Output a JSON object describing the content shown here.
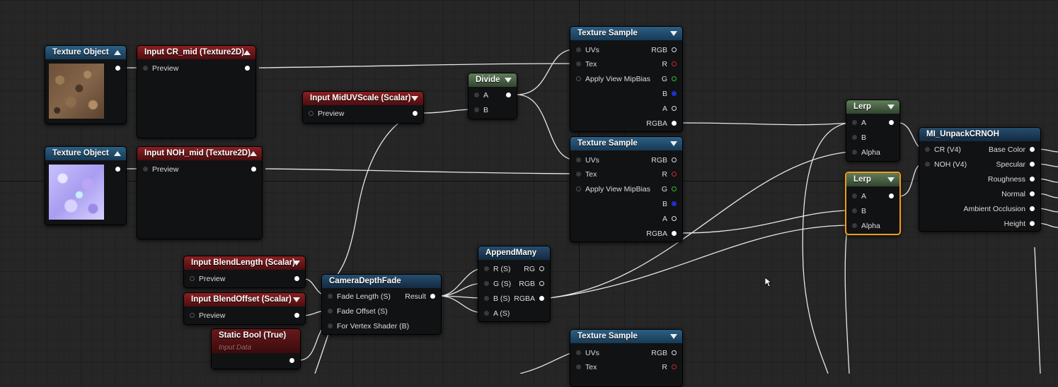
{
  "nodes": {
    "tex_obj_1": {
      "title": "Texture Object"
    },
    "input_cr_mid": {
      "title": "Input CR_mid (Texture2D)",
      "preview": "Preview"
    },
    "tex_obj_2": {
      "title": "Texture Object"
    },
    "input_noh_mid": {
      "title": "Input NOH_mid (Texture2D)",
      "preview": "Preview"
    },
    "input_miduvscale": {
      "title": "Input MidUVScale (Scalar)",
      "preview": "Preview"
    },
    "divide": {
      "title": "Divide",
      "a": "A",
      "b": "B"
    },
    "tex_sample_1": {
      "title": "Texture Sample",
      "uvs": "UVs",
      "tex": "Tex",
      "bias": "Apply View MipBias",
      "rgb": "RGB",
      "r": "R",
      "g": "G",
      "b": "B",
      "a": "A",
      "rgba": "RGBA"
    },
    "tex_sample_2": {
      "title": "Texture Sample",
      "uvs": "UVs",
      "tex": "Tex",
      "bias": "Apply View MipBias",
      "rgb": "RGB",
      "r": "R",
      "g": "G",
      "b": "B",
      "a": "A",
      "rgba": "RGBA"
    },
    "tex_sample_3": {
      "title": "Texture Sample",
      "uvs": "UVs",
      "tex": "Tex",
      "rgb": "RGB",
      "r": "R"
    },
    "lerp_1": {
      "title": "Lerp",
      "a": "A",
      "b": "B",
      "alpha": "Alpha"
    },
    "lerp_2": {
      "title": "Lerp",
      "a": "A",
      "b": "B",
      "alpha": "Alpha"
    },
    "unpack": {
      "title": "MI_UnpackCRNOH",
      "cr": "CR (V4)",
      "noh": "NOH (V4)",
      "base_color": "Base Color",
      "specular": "Specular",
      "roughness": "Roughness",
      "normal": "Normal",
      "ao": "Ambient Occlusion",
      "height": "Height"
    },
    "input_blendlength": {
      "title": "Input BlendLength (Scalar)",
      "preview": "Preview"
    },
    "input_blendoffset": {
      "title": "Input BlendOffset (Scalar)",
      "preview": "Preview"
    },
    "static_bool": {
      "title": "Static Bool (True)",
      "subtitle": "Input Data"
    },
    "camera_depth_fade": {
      "title": "CameraDepthFade",
      "fade_length": "Fade Length (S)",
      "fade_offset": "Fade Offset (S)",
      "vertex": "For Vertex Shader (B)",
      "result": "Result"
    },
    "append_many": {
      "title": "AppendMany",
      "r": "R (S)",
      "g": "G (S)",
      "b": "B (S)",
      "a": "A (S)",
      "rg": "RG",
      "rgb": "RGB",
      "rgba": "RGBA"
    }
  },
  "colors": {
    "selection": "#f19b1a",
    "wire": "#e8e8e8"
  }
}
